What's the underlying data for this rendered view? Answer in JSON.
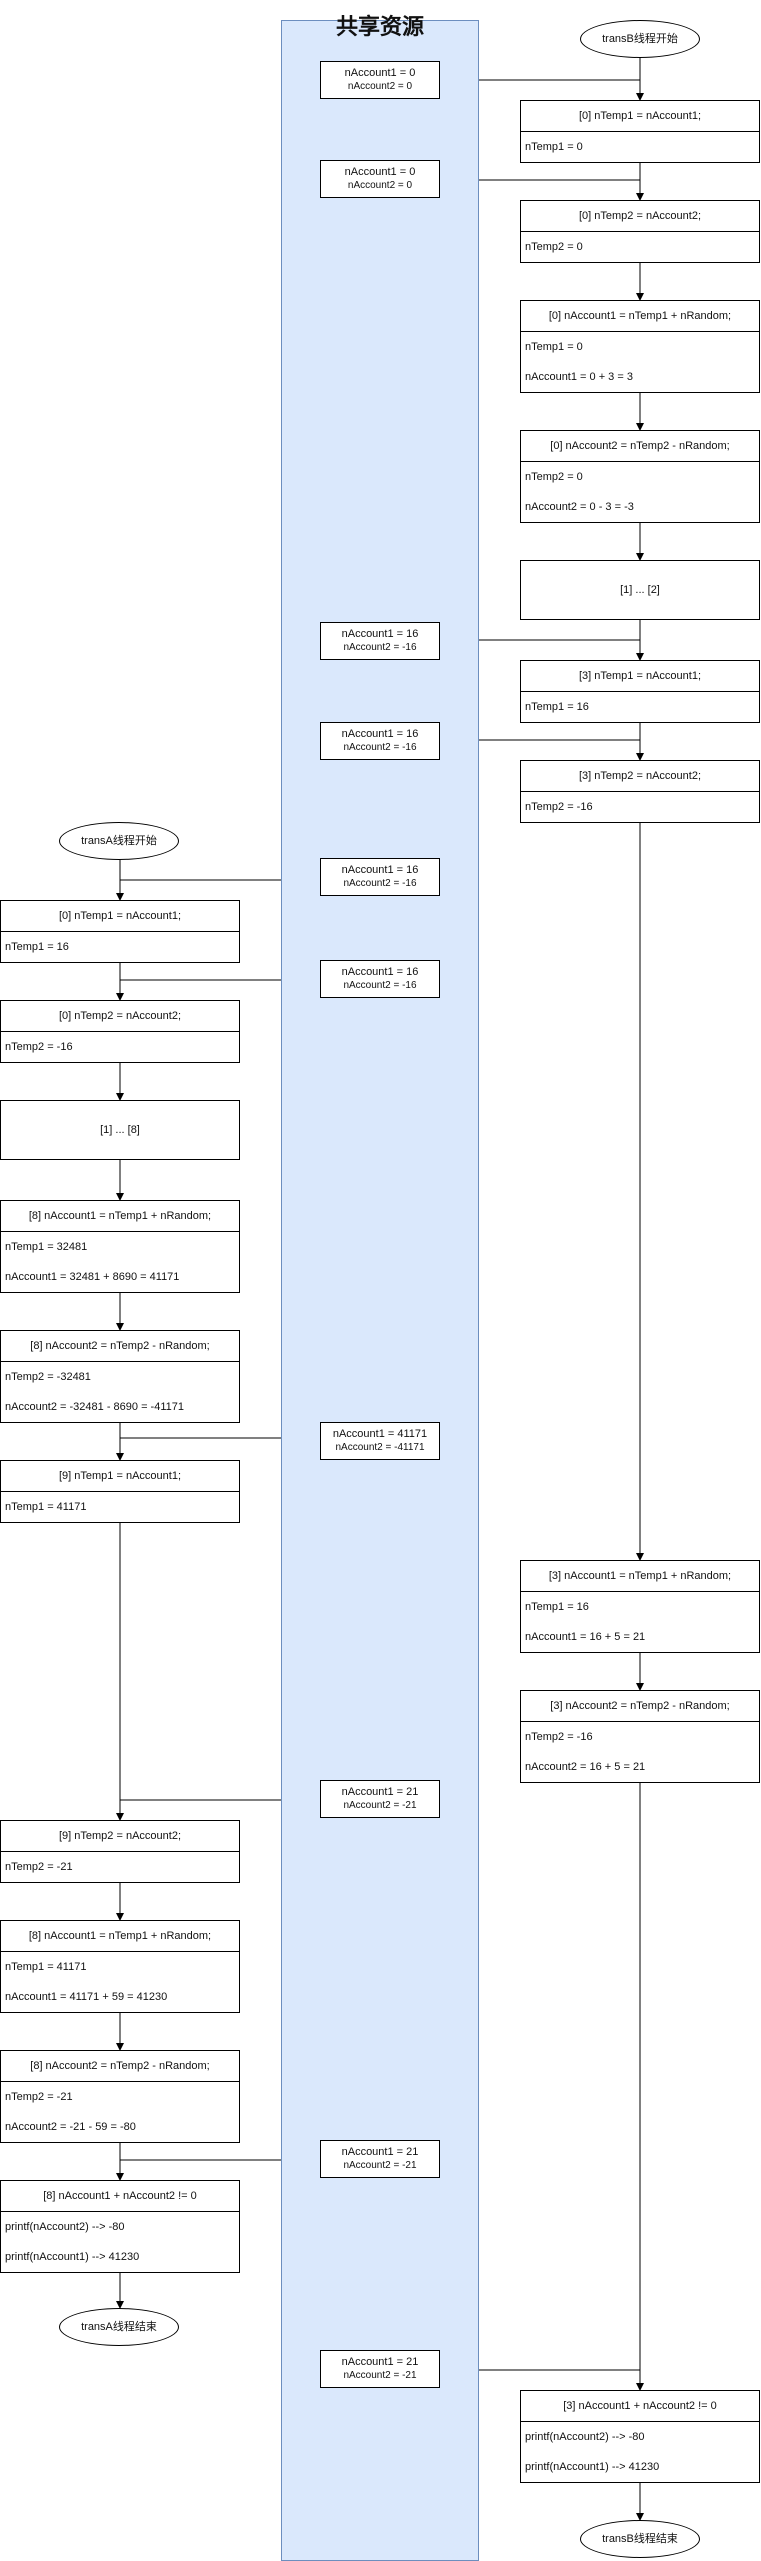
{
  "lane_title": "共享资源",
  "b_start": "transB线程开始",
  "b_end": "transB线程结束",
  "a_start": "transA线程开始",
  "a_end": "transA线程结束",
  "shared": [
    {
      "l1": "nAccount1 = 0",
      "l2": "nAccount2 = 0"
    },
    {
      "l1": "nAccount1 = 0",
      "l2": "nAccount2 = 0"
    },
    {
      "l1": "nAccount1 = 16",
      "l2": "nAccount2 = -16"
    },
    {
      "l1": "nAccount1 = 16",
      "l2": "nAccount2 = -16"
    },
    {
      "l1": "nAccount1 = 16",
      "l2": "nAccount2 = -16"
    },
    {
      "l1": "nAccount1 = 16",
      "l2": "nAccount2 = -16"
    },
    {
      "l1": "nAccount1 = 41171",
      "l2": "nAccount2 = -41171"
    },
    {
      "l1": "nAccount1 = 21",
      "l2": "nAccount2 = -21"
    },
    {
      "l1": "nAccount1 = 21",
      "l2": "nAccount2 = -21"
    },
    {
      "l1": "nAccount1 = 21",
      "l2": "nAccount2 = -21"
    }
  ],
  "b_steps": [
    {
      "header": "[0] nTemp1 = nAccount1;",
      "lines": [
        "nTemp1 = 0"
      ]
    },
    {
      "header": "[0] nTemp2 = nAccount2;",
      "lines": [
        "nTemp2 = 0"
      ]
    },
    {
      "header": "[0] nAccount1 = nTemp1 + nRandom;",
      "lines": [
        "nTemp1 = 0",
        "nAccount1 = 0 + 3 = 3"
      ]
    },
    {
      "header": "[0] nAccount2 = nTemp2 - nRandom;",
      "lines": [
        "nTemp2 = 0",
        "nAccount2 = 0 - 3 = -3"
      ]
    },
    {
      "text": "[1]  ... [2]"
    },
    {
      "header": "[3] nTemp1 = nAccount1;",
      "lines": [
        "nTemp1 = 16"
      ]
    },
    {
      "header": "[3] nTemp2 = nAccount2;",
      "lines": [
        "nTemp2 = -16"
      ]
    },
    {
      "header": "[3] nAccount1 = nTemp1 + nRandom;",
      "lines": [
        "nTemp1 = 16",
        "nAccount1 = 16 + 5 = 21"
      ]
    },
    {
      "header": "[3] nAccount2 = nTemp2 - nRandom;",
      "lines": [
        "nTemp2 = -16",
        "nAccount2 = 16 + 5 = 21"
      ]
    },
    {
      "header": "[3] nAccount1 + nAccount2 != 0",
      "lines": [
        "printf(nAccount2) --> -80",
        "printf(nAccount1) --> 41230"
      ]
    }
  ],
  "a_steps": [
    {
      "header": "[0] nTemp1 = nAccount1;",
      "lines": [
        "nTemp1 = 16"
      ]
    },
    {
      "header": "[0] nTemp2 = nAccount2;",
      "lines": [
        "nTemp2 = -16"
      ]
    },
    {
      "text": "[1]  ... [8]"
    },
    {
      "header": "[8] nAccount1 = nTemp1 + nRandom;",
      "lines": [
        "nTemp1 = 32481",
        "nAccount1 = 32481 + 8690 = 41171"
      ]
    },
    {
      "header": "[8] nAccount2 = nTemp2 - nRandom;",
      "lines": [
        "nTemp2 = -32481",
        "nAccount2 = -32481 - 8690 = -41171"
      ]
    },
    {
      "header": "[9] nTemp1 = nAccount1;",
      "lines": [
        "nTemp1 = 41171"
      ]
    },
    {
      "header": "[9] nTemp2 = nAccount2;",
      "lines": [
        "nTemp2 = -21"
      ]
    },
    {
      "header": "[8] nAccount1 = nTemp1 + nRandom;",
      "lines": [
        "nTemp1 = 41171",
        "nAccount1 = 41171 + 59 = 41230"
      ]
    },
    {
      "header": "[8] nAccount2 = nTemp2 - nRandom;",
      "lines": [
        "nTemp2 = -21",
        "nAccount2 = -21 - 59 = -80"
      ]
    },
    {
      "header": "[8] nAccount1 + nAccount2 != 0",
      "lines": [
        "printf(nAccount2) --> -80",
        "printf(nAccount1) --> 41230"
      ]
    }
  ]
}
